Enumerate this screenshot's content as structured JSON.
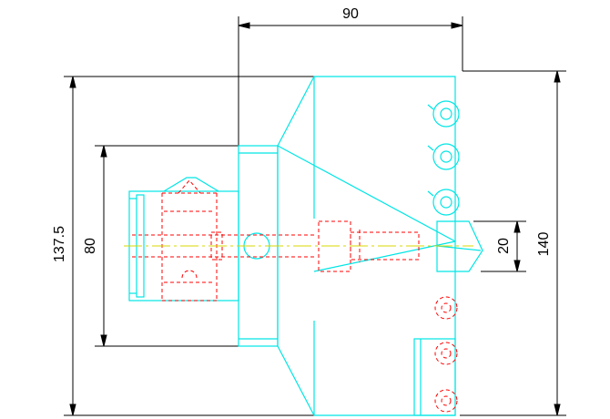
{
  "drawing": {
    "colors": {
      "background": "#ffffff",
      "outline": "#00e5e5",
      "hidden": "#ff0000",
      "centerline": "#d9d900",
      "dimension": "#000000"
    },
    "dimensions": {
      "width_top": "90",
      "height_left": "137.5",
      "height_inner": "80",
      "height_right": "140",
      "tip_height": "20"
    }
  }
}
